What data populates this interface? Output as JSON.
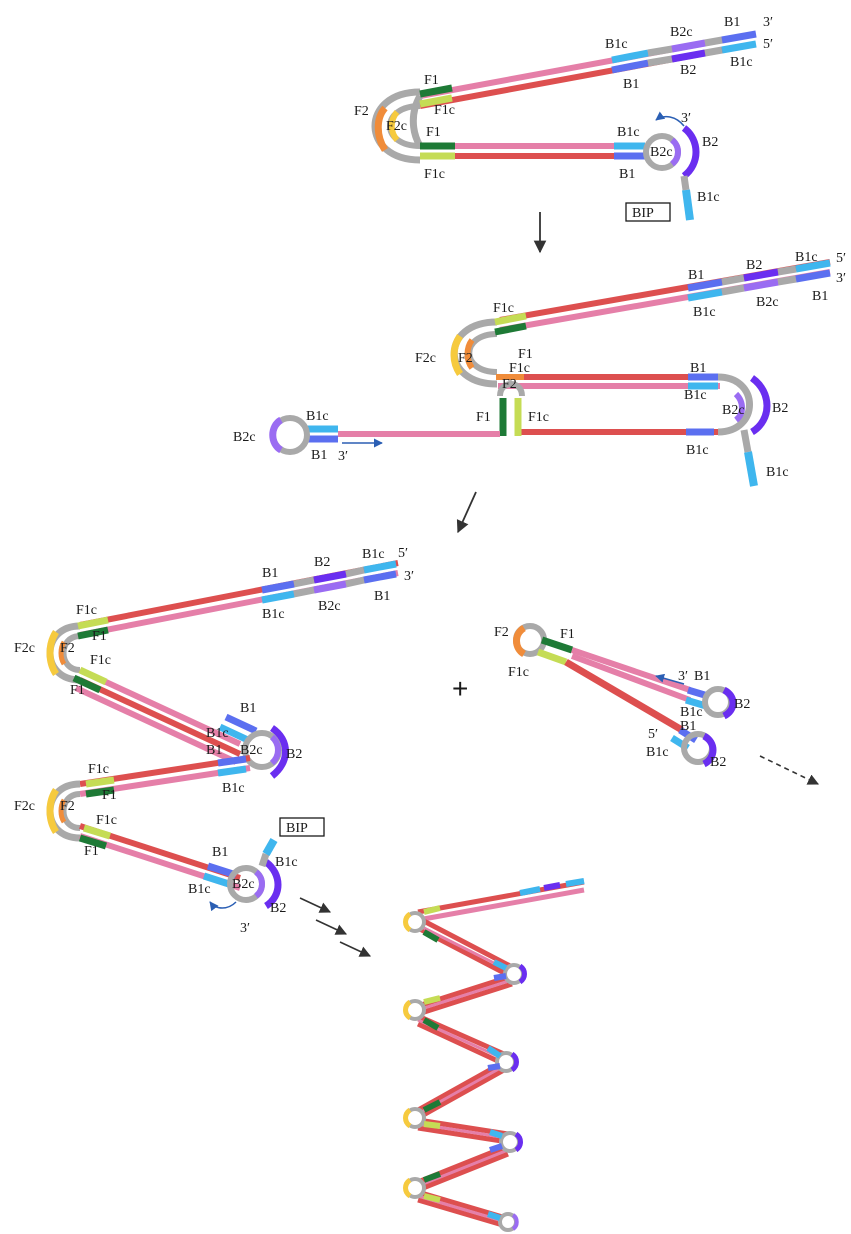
{
  "colors": {
    "strand_red": "#dd4f4f",
    "strand_pink": "#e57fa8",
    "loop_gray": "#a9a9a9",
    "F1": "#1e7a36",
    "F1c": "#c5dc55",
    "F2": "#f08c3a",
    "F2c": "#f6ca3e",
    "B1": "#5b6ff0",
    "B1c": "#3fb6ee",
    "B2": "#6a2ef0",
    "B2c": "#9a6cf2",
    "arrow_blue": "#2b5fb4",
    "arrow_black": "#333333"
  },
  "plus": "+",
  "primer": "BIP",
  "stage1": {
    "upper_ds": {
      "top_end": "3′",
      "bottom_end": "5′",
      "top_labels": [
        "B1c",
        "B2c",
        "B1"
      ],
      "bottom_labels": [
        "B1",
        "B2",
        "B1c"
      ]
    },
    "left_loop": {
      "outer": "F2",
      "inner": "F2c",
      "stem_top": "F1",
      "stem_top_c": "F1c",
      "stem_bottom": "F1",
      "stem_bottom_c": "F1c"
    },
    "right_loop": {
      "upper": "B1c",
      "lower": "B1",
      "inner": "B2c",
      "outer": "B2",
      "three_prime": "3′",
      "tail": "B1c",
      "primer": "BIP"
    }
  },
  "stage2": {
    "upper_ds": {
      "top_end": "5′",
      "bottom_end": "3′",
      "top_labels": [
        "B1",
        "B2",
        "B1c"
      ],
      "bottom_labels": [
        "B1c",
        "B2c",
        "B1"
      ]
    },
    "left_loop": {
      "outer": "F2c",
      "inner": "F2",
      "stem_top": "F1c",
      "stem_mid": "F1",
      "stem_low": "F1c",
      "junction": "F2"
    },
    "junction": {
      "left": "F1",
      "right": "F1c"
    },
    "right_loop": {
      "upper": "B1",
      "lower": "B1c",
      "inner": "B2c",
      "outer": "B2",
      "bottom": "B1c",
      "tail": "B1c"
    },
    "free_loop": {
      "outer": "B2c",
      "upper": "B1c",
      "lower": "B1",
      "three_prime": "3′"
    }
  },
  "stage3_left": {
    "upper_ds": {
      "top_end": "5′",
      "bottom_end": "3′",
      "top_labels": [
        "B1",
        "B2",
        "B1c"
      ],
      "bottom_labels": [
        "B1c",
        "B2c",
        "B1"
      ]
    },
    "loop1": {
      "outer": "F2c",
      "inner": "F2",
      "top": "F1c",
      "top_in": "F1",
      "bottom_in": "F1c",
      "bottom": "F1"
    },
    "loop2": {
      "upper": "B1",
      "lower": "B1c",
      "upper2": "B1",
      "inner": "B2c",
      "outer": "B2",
      "lower2": "B1c"
    },
    "loop3": {
      "outer": "F2c",
      "inner": "F2",
      "top": "F1c",
      "top_in": "F1",
      "bottom_in": "F1c",
      "bottom": "F1"
    },
    "loop4": {
      "upper": "B1",
      "lower": "B1c",
      "inner": "B2c",
      "outer": "B2",
      "tail": "B1c",
      "three_prime": "3′",
      "primer": "BIP"
    }
  },
  "stage3_right": {
    "loop_left": {
      "outer": "F2",
      "top": "F1",
      "bottom": "F1c"
    },
    "loop_upper": {
      "three_prime": "3′",
      "upper": "B1",
      "lower": "B1c",
      "outer": "B2"
    },
    "loop_lower": {
      "five_prime": "5′",
      "upper": "B1",
      "lower": "B1c",
      "outer": "B2"
    }
  }
}
